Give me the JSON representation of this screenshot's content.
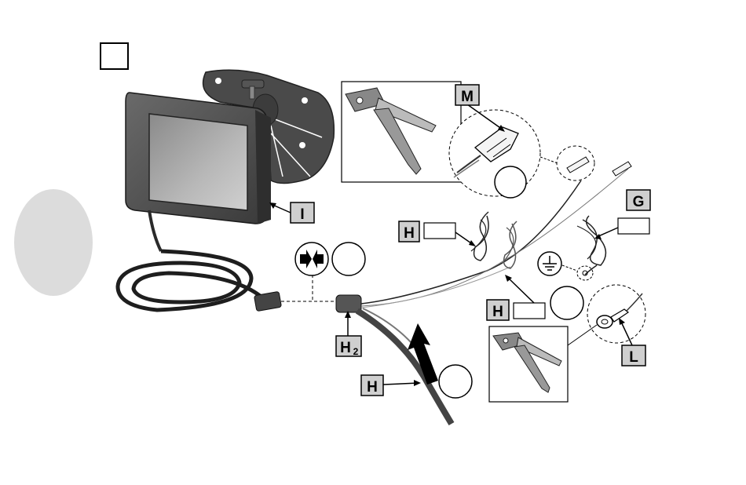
{
  "labels": {
    "monitor": "I",
    "crimp_terminal": "M",
    "wire_g": "G",
    "wire_h_top": "H",
    "wire_h_mid": "H",
    "connector_h2_main": "H",
    "connector_h2_sub": "2",
    "cable_h_bottom": "H",
    "ring_terminal": "L"
  },
  "icons": [
    "connect-arrows-icon",
    "ground-symbol-icon",
    "insert-direction-arrow"
  ],
  "colors": {
    "label_fill": "#cfcfcf",
    "step_circle_fill": "#dcdcdc",
    "line": "#000000"
  }
}
